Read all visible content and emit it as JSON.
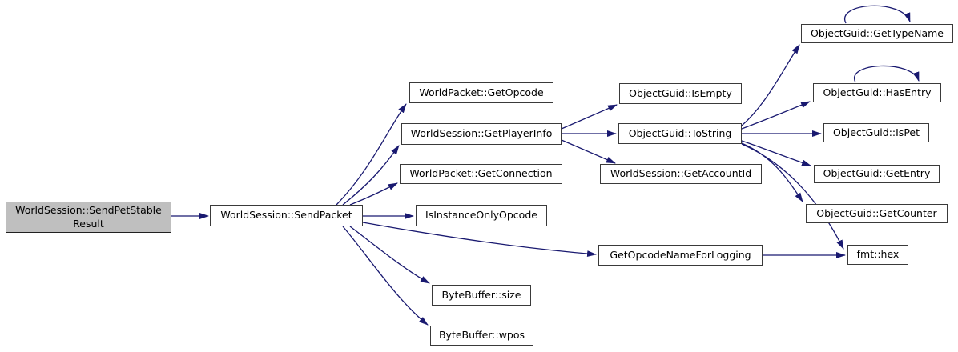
{
  "graph": {
    "type": "call-graph",
    "background": "#ffffff",
    "edge_color": "#191970",
    "node_border_color": "#3a3a3a",
    "node_fill": "#ffffff",
    "highlight_fill": "#bfbfbf",
    "nodes": [
      {
        "id": "worldsession-sendpetstableresult",
        "lines": {
          "0": "WorldSession::SendPetStable",
          "1": "Result"
        },
        "highlighted": true
      },
      {
        "id": "worldsession-sendpacket",
        "label": "WorldSession::SendPacket"
      },
      {
        "id": "worldpacket-getopcode",
        "label": "WorldPacket::GetOpcode"
      },
      {
        "id": "worldsession-getplayerinfo",
        "label": "WorldSession::GetPlayerInfo"
      },
      {
        "id": "worldpacket-getconnection",
        "label": "WorldPacket::GetConnection"
      },
      {
        "id": "isinstanceonlyopcode",
        "label": "IsInstanceOnlyOpcode"
      },
      {
        "id": "getopcodenameforlogging",
        "label": "GetOpcodeNameForLogging"
      },
      {
        "id": "bytebuffer-size",
        "label": "ByteBuffer::size"
      },
      {
        "id": "bytebuffer-wpos",
        "label": "ByteBuffer::wpos"
      },
      {
        "id": "objectguid-isempty",
        "label": "ObjectGuid::IsEmpty"
      },
      {
        "id": "objectguid-tostring",
        "label": "ObjectGuid::ToString"
      },
      {
        "id": "worldsession-getaccountid",
        "label": "WorldSession::GetAccountId"
      },
      {
        "id": "objectguid-gettypename",
        "label": "ObjectGuid::GetTypeName"
      },
      {
        "id": "objectguid-hasentry",
        "label": "ObjectGuid::HasEntry"
      },
      {
        "id": "objectguid-ispet",
        "label": "ObjectGuid::IsPet"
      },
      {
        "id": "objectguid-getentry",
        "label": "ObjectGuid::GetEntry"
      },
      {
        "id": "objectguid-getcounter",
        "label": "ObjectGuid::GetCounter"
      },
      {
        "id": "fmt-hex",
        "label": "fmt::hex"
      }
    ],
    "edges": [
      {
        "from": "worldsession-sendpetstableresult",
        "to": "worldsession-sendpacket"
      },
      {
        "from": "worldsession-sendpacket",
        "to": "worldpacket-getopcode"
      },
      {
        "from": "worldsession-sendpacket",
        "to": "worldsession-getplayerinfo"
      },
      {
        "from": "worldsession-sendpacket",
        "to": "worldpacket-getconnection"
      },
      {
        "from": "worldsession-sendpacket",
        "to": "isinstanceonlyopcode"
      },
      {
        "from": "worldsession-sendpacket",
        "to": "getopcodenameforlogging"
      },
      {
        "from": "worldsession-sendpacket",
        "to": "bytebuffer-size"
      },
      {
        "from": "worldsession-sendpacket",
        "to": "bytebuffer-wpos"
      },
      {
        "from": "worldsession-getplayerinfo",
        "to": "objectguid-isempty"
      },
      {
        "from": "worldsession-getplayerinfo",
        "to": "objectguid-tostring"
      },
      {
        "from": "worldsession-getplayerinfo",
        "to": "worldsession-getaccountid"
      },
      {
        "from": "objectguid-tostring",
        "to": "objectguid-gettypename"
      },
      {
        "from": "objectguid-tostring",
        "to": "objectguid-hasentry"
      },
      {
        "from": "objectguid-tostring",
        "to": "objectguid-ispet"
      },
      {
        "from": "objectguid-tostring",
        "to": "objectguid-getentry"
      },
      {
        "from": "objectguid-tostring",
        "to": "objectguid-getcounter"
      },
      {
        "from": "objectguid-tostring",
        "to": "fmt-hex"
      },
      {
        "from": "getopcodenameforlogging",
        "to": "fmt-hex"
      },
      {
        "from": "objectguid-gettypename",
        "to": "objectguid-gettypename"
      },
      {
        "from": "objectguid-hasentry",
        "to": "objectguid-hasentry"
      }
    ]
  }
}
